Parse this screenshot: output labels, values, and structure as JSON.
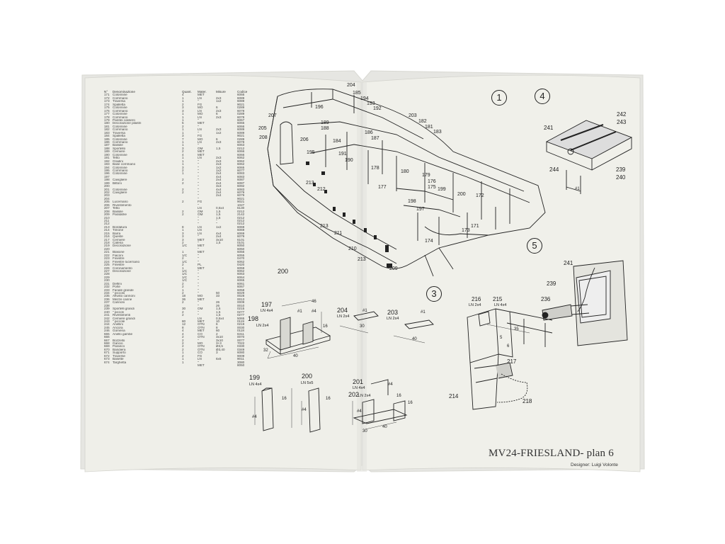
{
  "document": {
    "title": "MV24-FRIESLAND- plan 6",
    "designer": "Designer: Luigi Volonte"
  },
  "table": {
    "headers": [
      "N°",
      "Denominazione",
      "Quant.",
      "Mater.",
      "Misure",
      "Codice"
    ],
    "rows": [
      [
        "171",
        "Colonnine",
        "4",
        "MET",
        "",
        "6066"
      ],
      [
        "172",
        "Corrimano",
        "1",
        "LN",
        "2x3",
        "6089"
      ],
      [
        "173",
        "Traversa",
        "1",
        "\"",
        "1x2",
        "6089"
      ],
      [
        "174",
        "Spalletta",
        "2",
        "FG",
        "",
        "9021"
      ],
      [
        "175",
        "Colonnine",
        "3",
        "MO",
        "6",
        "0289"
      ],
      [
        "176",
        "Corrimano",
        "3",
        "LN",
        "2x3",
        "6078"
      ],
      [
        "177",
        "Colonnine",
        "1",
        "MO",
        "6",
        "0289"
      ],
      [
        "178",
        "Corrimano",
        "1",
        "LN",
        "2x3",
        "6078"
      ],
      [
        "179",
        "Paretei cassero",
        "1",
        "\"",
        "",
        "6067"
      ],
      [
        "180",
        "Decorazione pilastri",
        "5",
        "MET",
        "",
        "6066"
      ],
      [
        "181",
        "Colonnine",
        "2",
        "\"",
        "",
        "6066"
      ],
      [
        "182",
        "Corrimano",
        "1",
        "LN",
        "2x3",
        "6089"
      ],
      [
        "183",
        "Traversa",
        "1",
        "\"",
        "1x2",
        "6089"
      ],
      [
        "184",
        "Spalletta",
        "3",
        "FG",
        "",
        "9021"
      ],
      [
        "185",
        "Colonnine",
        "7",
        "MO",
        "6",
        "0289"
      ],
      [
        "186",
        "Corrimano",
        "1",
        "LN",
        "2x3",
        "6078"
      ],
      [
        "187",
        "Bassile",
        "1",
        "\"",
        "",
        "6063"
      ],
      [
        "188",
        "Sportello",
        "3",
        "OM",
        "1,5",
        "0212"
      ],
      [
        "189",
        "Cerniere",
        "2",
        "MET",
        "",
        "6066"
      ],
      [
        "190",
        "Colonnine",
        "4",
        "MET",
        "",
        "6066"
      ],
      [
        "191",
        "Tetto",
        "1",
        "LN",
        "2x3",
        "6062"
      ],
      [
        "192",
        "Gradini",
        "1",
        "\"",
        "2x3",
        "6062"
      ],
      [
        "193",
        "Base corrimano",
        "1",
        "\"",
        "2x3",
        "6062"
      ],
      [
        "194",
        "Colonnine",
        "3",
        "\"",
        "1x2",
        "6065"
      ],
      [
        "195",
        "Corrimano",
        "2",
        "\"",
        "1x2",
        "6077"
      ],
      [
        "196",
        "Colonnine",
        "1",
        "\"",
        "2x4",
        "6083"
      ],
      [
        "197",
        "",
        "",
        "\"",
        "4x4",
        "6083"
      ],
      [
        "198",
        "Cavigliere",
        "2",
        "\"",
        "2x4",
        "6087"
      ],
      [
        "199",
        "Bittoni",
        "2",
        "\"",
        "4x4",
        "6087"
      ],
      [
        "200",
        "",
        "",
        "\"",
        "3x3",
        "6092"
      ],
      [
        "201",
        "Colonnine",
        "2",
        "\"",
        "4x4",
        "6083"
      ],
      [
        "202",
        "Cavigliere",
        "2",
        "\"",
        "2x4",
        "6079"
      ],
      [
        "203",
        "",
        "",
        "\"",
        "2x4",
        "6079"
      ],
      [
        "204",
        "",
        "",
        "\"",
        "",
        "9021"
      ],
      [
        "205",
        "Lucernario",
        "2",
        "FG",
        "",
        "9021"
      ],
      [
        "206",
        "Rivestimento",
        "",
        "\"",
        "",
        "1027"
      ],
      [
        "207",
        "Tetto",
        "",
        "LN",
        "0,5x4",
        "6130"
      ],
      [
        "208",
        "Bassile",
        "2",
        "OM",
        "1,5",
        "0212"
      ],
      [
        "209",
        "Paratatrie",
        "2",
        "OM",
        "1,5",
        "2142"
      ],
      [
        "210",
        "",
        "",
        "\"",
        "1,5",
        "0212"
      ],
      [
        "211",
        "",
        "",
        "\"",
        "\"",
        "0212"
      ],
      [
        "212",
        "",
        "",
        "\"",
        "\"",
        "0212"
      ],
      [
        "213",
        "Bordatura",
        "8",
        "LN",
        "1x2",
        "6069"
      ],
      [
        "214",
        "Timone",
        "1",
        "LN",
        "",
        "6069"
      ],
      [
        "215",
        "Barra",
        "3",
        "LN",
        "4x4",
        "6069"
      ],
      [
        "216",
        "Queste",
        "3",
        "\"",
        "2x4",
        "6079"
      ],
      [
        "217",
        "Cerniere",
        "3",
        "MET",
        "3x10",
        "6101"
      ],
      [
        "218",
        "Catena",
        "2",
        "\"",
        "1,5",
        "0101"
      ],
      [
        "219",
        "Decorazione",
        "1/C",
        "MET",
        "",
        "6050"
      ],
      [
        "220",
        "",
        "",
        "\"",
        "",
        "6050"
      ],
      [
        "221",
        "Blasone",
        "1",
        "MET",
        "",
        "6056"
      ],
      [
        "222",
        "Fiaconi",
        "1/C",
        "\"",
        "",
        "6055"
      ],
      [
        "223",
        "Finestre",
        "2",
        "\"",
        "",
        "0470"
      ],
      [
        "224",
        "Finestre lucernario",
        "1/C",
        "\"",
        "",
        "6062"
      ],
      [
        "225",
        "Finestre",
        "2",
        "PL",
        "",
        "0420"
      ],
      [
        "226",
        "Coronamento",
        "1",
        "MET",
        "",
        "6059"
      ],
      [
        "227",
        "Decorazione",
        "1/C",
        "\"",
        "",
        "6062"
      ],
      [
        "228",
        "",
        "1/C",
        "\"",
        "",
        "6063"
      ],
      [
        "229",
        "",
        "1/C",
        "\"",
        "",
        "6064"
      ],
      [
        "230",
        "",
        "1/C",
        "\"",
        "",
        "6065"
      ],
      [
        "231",
        "Delfini",
        "2",
        "\"",
        "",
        "6061"
      ],
      [
        "232",
        "Porte",
        "2",
        "\"",
        "",
        "6067"
      ],
      [
        "233",
        "Fanale grande",
        "1",
        "\"",
        "",
        "6058"
      ],
      [
        "234",
        "\"  piccolo",
        "2",
        "\"",
        "50",
        "6029"
      ],
      [
        "235",
        "Affusto cannoni",
        "18",
        "MO",
        "33",
        "0028"
      ],
      [
        "236",
        "Mezze canne",
        "36",
        "MET",
        "",
        "0013"
      ],
      [
        "237",
        "Cannoni",
        "2",
        "\"",
        "26",
        "0009"
      ],
      [
        "238",
        "",
        "",
        "\"",
        "26",
        "0010"
      ],
      [
        "239",
        "Sportelli grandi",
        "30",
        "OM",
        "1,5",
        "0215"
      ],
      [
        "240",
        "\"  piccoli",
        "2",
        "\"",
        "1,5",
        "0277"
      ],
      [
        "241",
        "Rivestimenti",
        "2",
        "\"",
        "1,5",
        "0277"
      ],
      [
        "242",
        "Cerniere grandi",
        "",
        "LN",
        "0,5x4",
        "5065"
      ],
      [
        "243",
        "\"  piccole",
        "80",
        "MET",
        "10",
        "0119"
      ],
      [
        "244",
        "Anellini",
        "12",
        "OTN",
        "6",
        "0219"
      ],
      [
        "245",
        "Ancora",
        "8",
        "OTN",
        "8",
        "0030"
      ],
      [
        "246",
        "Gomena",
        "4",
        "MET",
        "60",
        "0118"
      ],
      [
        "665",
        "Anello gambe",
        "4",
        "CO",
        "2",
        "6311"
      ],
      [
        "666",
        "",
        "2",
        "OTN",
        "3x10",
        "0070"
      ],
      [
        "667",
        "Bozzello",
        "2",
        "\"",
        "3x10",
        "0077"
      ],
      [
        "668",
        "Gancio",
        "2",
        "MO",
        "3+3",
        "7022"
      ],
      [
        "669",
        "Paranco",
        "2",
        "OTN",
        "Ø3,5",
        "0330"
      ],
      [
        "670",
        "Bandiera",
        "2",
        "OTN",
        "Ø3,40",
        "0349"
      ],
      [
        "671",
        "Supporto",
        "1",
        "CO",
        "3",
        "6080"
      ],
      [
        "672",
        "Traverse",
        "2",
        "FG",
        "",
        "9009"
      ],
      [
        "673",
        "Basette",
        "1",
        "LN",
        "6x6",
        "9011"
      ],
      [
        "674",
        "Targhetta",
        "1",
        "\"",
        "",
        "3080"
      ],
      [
        "",
        "",
        "",
        "MET",
        "",
        "8050"
      ]
    ]
  },
  "sections": {
    "s1": "1",
    "s3": "3",
    "s4": "4",
    "s5": "5"
  },
  "labels": {
    "hull": [
      "204",
      "185",
      "194",
      "193",
      "192",
      "196",
      "207",
      "189",
      "188",
      "186",
      "187",
      "184",
      "203",
      "182",
      "181",
      "183",
      "205",
      "208",
      "206",
      "195",
      "191",
      "190",
      "180",
      "178",
      "177",
      "179",
      "176",
      "175",
      "213",
      "212",
      "198",
      "197",
      "199",
      "200",
      "172",
      "211",
      "213",
      "210",
      "213",
      "209",
      "173",
      "174",
      "171"
    ],
    "s4": [
      "241",
      "242",
      "243",
      "244",
      "239",
      "240",
      "#1"
    ],
    "s5": [
      "241",
      "239",
      "236"
    ],
    "s3": [
      "216",
      "LN 2x4",
      "215",
      "LN 4x4",
      "217",
      "214",
      "218",
      "35",
      "5",
      "6"
    ],
    "parts": {
      "p197": "197",
      "p197s": "LN 4x4",
      "p198": "198",
      "p198s": "LN 2x4",
      "p204": "204",
      "p204s": "LN 2x4",
      "p203": "203",
      "p203s": "LN 2x4",
      "p199": "199",
      "p199s": "LN 4x4",
      "p200": "200",
      "p200s": "LN 5x5",
      "p201": "201",
      "p201s": "LN 4x4",
      "p202": "202",
      "p202s": "LN 2x4",
      "p200b": "200"
    },
    "dims": [
      "46",
      "#1",
      "#4",
      "40",
      "16",
      "32",
      "#1",
      "30",
      "#1",
      "40",
      "#4",
      "16",
      "#4",
      "16",
      "16",
      "#4",
      "30",
      "40",
      "#4",
      "16"
    ]
  },
  "colors": {
    "paper": "#efefe9",
    "ink": "#222222"
  }
}
